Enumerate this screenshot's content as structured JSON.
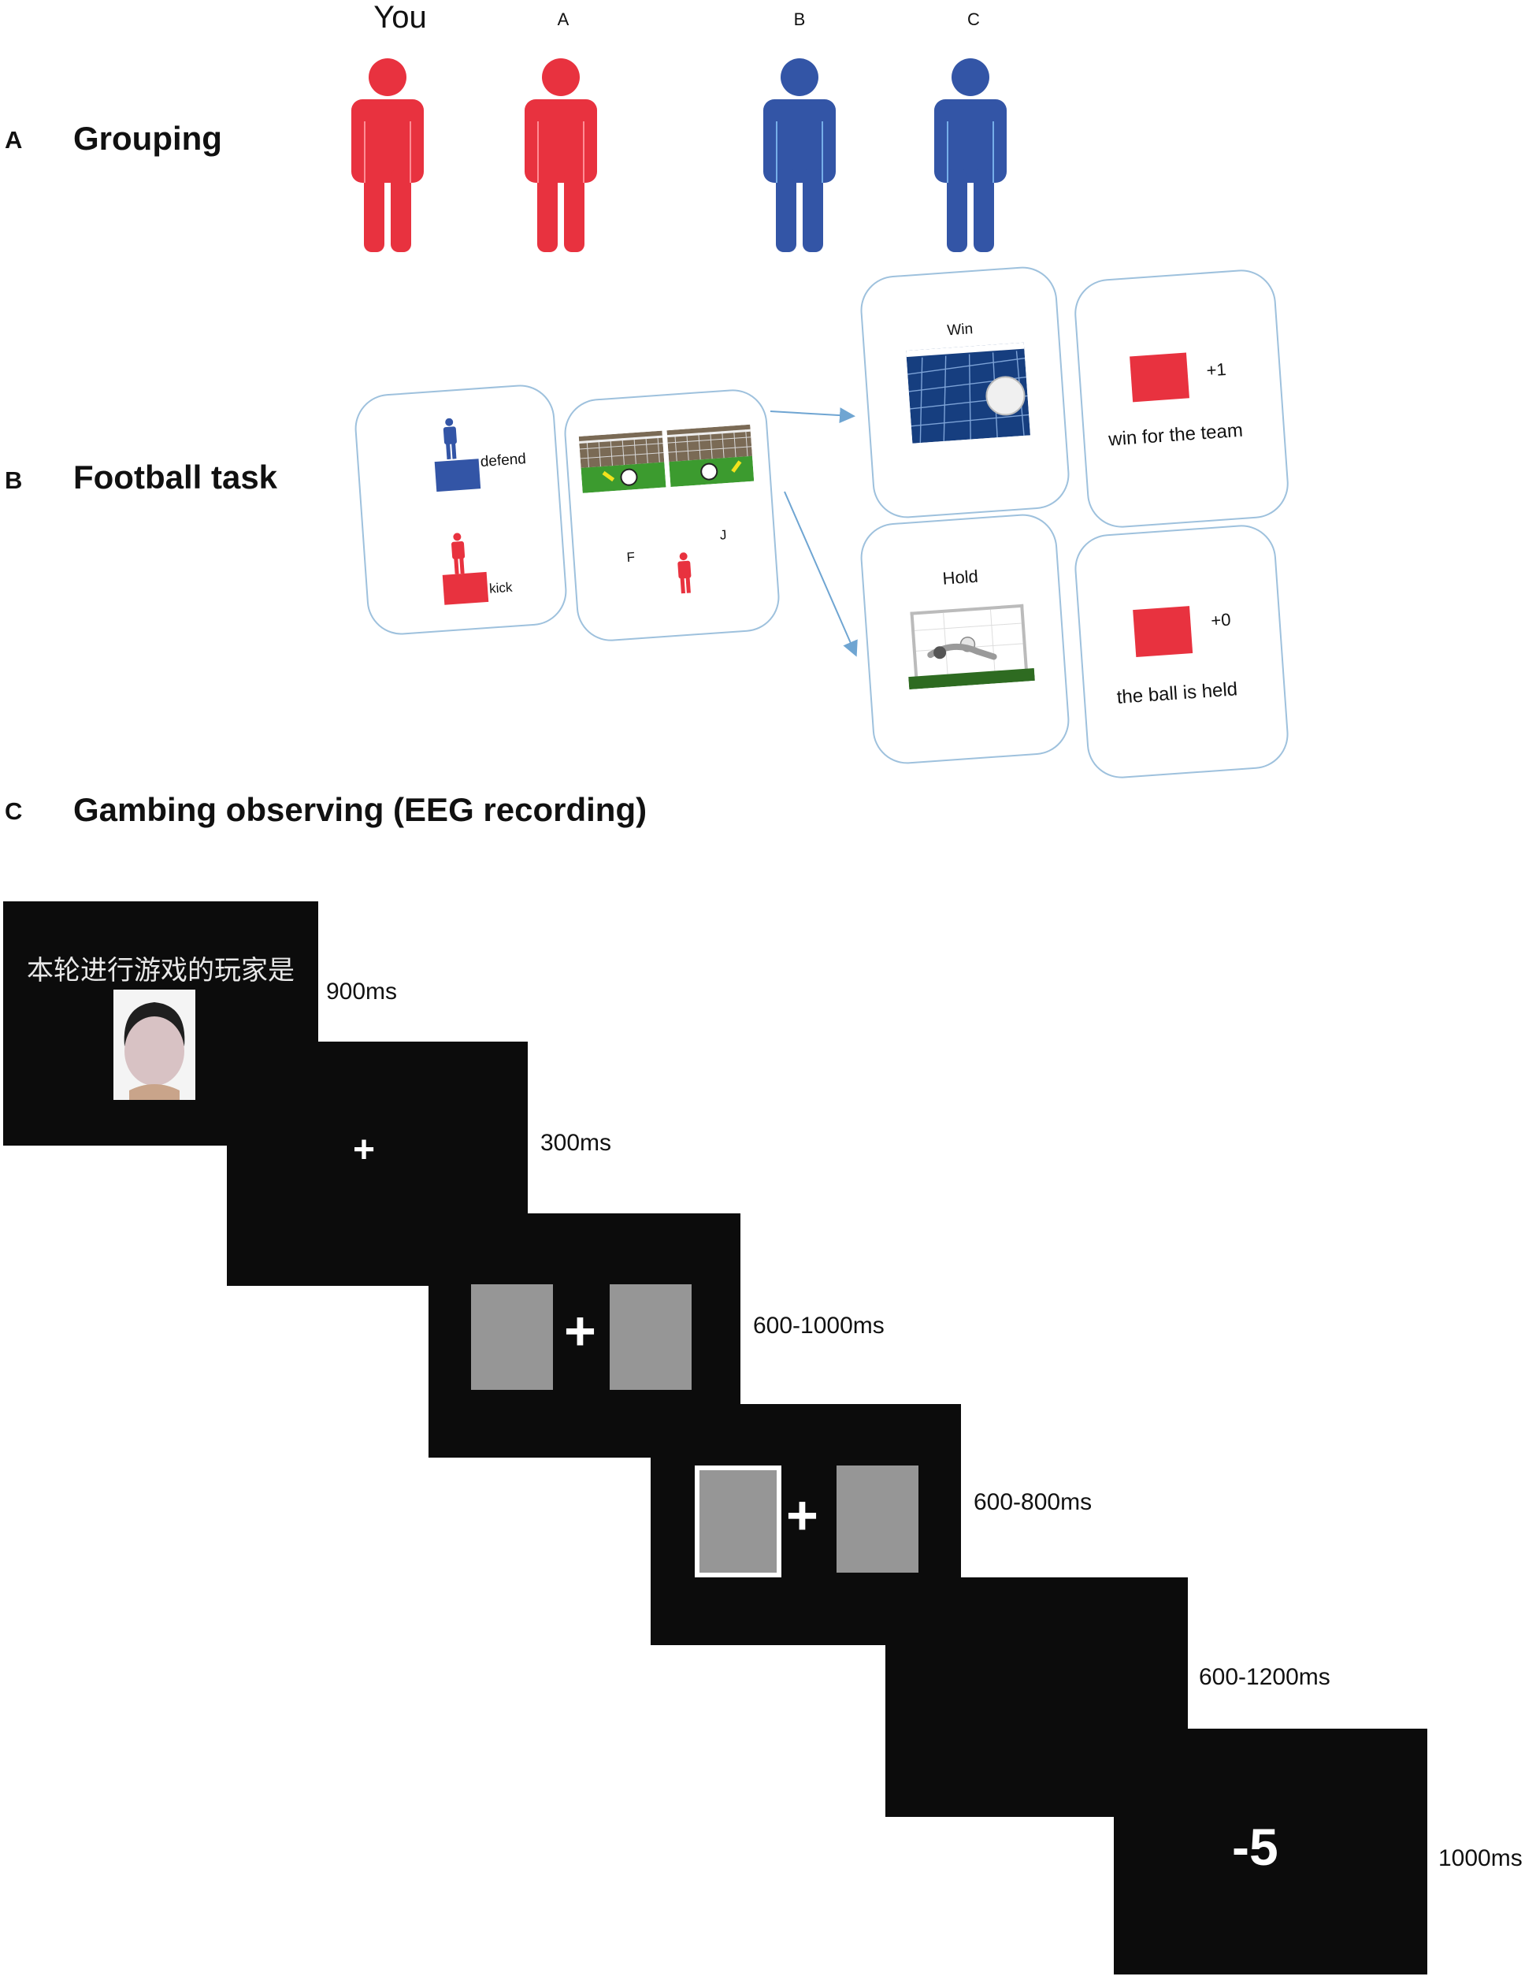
{
  "colors": {
    "red": "#e8323f",
    "blue": "#3355a6",
    "card_border": "#9ec1dd",
    "screen": "#0c0c0c",
    "gray": "#969696"
  },
  "panel_a": {
    "letter": "A",
    "title": "Grouping",
    "people": [
      {
        "label": "You",
        "color": "red"
      },
      {
        "label": "A",
        "color": "red"
      },
      {
        "label": "B",
        "color": "blue"
      },
      {
        "label": "C",
        "color": "blue"
      }
    ]
  },
  "panel_b": {
    "letter": "B",
    "title": "Football task",
    "card1": {
      "defend": "defend",
      "kick": "kick"
    },
    "card2": {
      "key_left": "F",
      "key_right": "J"
    },
    "win": {
      "label": "Win",
      "score": "+1",
      "caption": "win for the team"
    },
    "hold": {
      "label": "Hold",
      "score": "+0",
      "caption": "the ball is held"
    }
  },
  "panel_c": {
    "letter": "C",
    "title": "Gambing observing (EEG recording)",
    "screens": [
      {
        "text": "本轮进行游戏的玩家是",
        "time": "900ms"
      },
      {
        "fixation": "+",
        "time": "300ms"
      },
      {
        "fixation": "+",
        "time": "600-1000ms"
      },
      {
        "fixation": "+",
        "time": "600-800ms"
      },
      {
        "time": "600-1200ms"
      },
      {
        "outcome": "-5",
        "time": "1000ms"
      }
    ]
  }
}
